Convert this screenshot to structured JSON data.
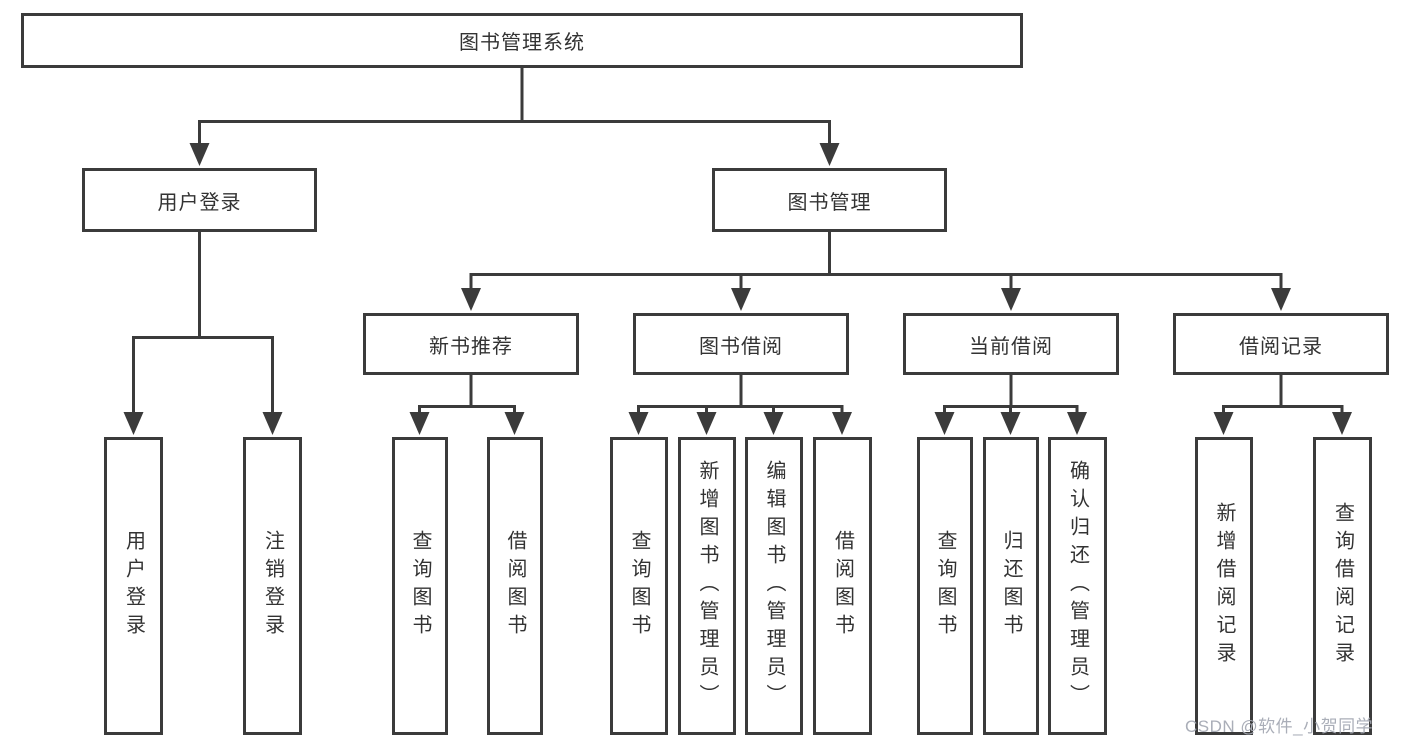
{
  "tree": {
    "label": "图书管理系统",
    "children": [
      {
        "label": "用户登录",
        "children": [
          {
            "label": "用户登录"
          },
          {
            "label": "注销登录"
          }
        ]
      },
      {
        "label": "图书管理",
        "children": [
          {
            "label": "新书推荐",
            "children": [
              {
                "label": "查询图书"
              },
              {
                "label": "借阅图书"
              }
            ]
          },
          {
            "label": "图书借阅",
            "children": [
              {
                "label": "查询图书"
              },
              {
                "label": "新增图书（管理员）"
              },
              {
                "label": "编辑图书（管理员）"
              },
              {
                "label": "借阅图书"
              }
            ]
          },
          {
            "label": "当前借阅",
            "children": [
              {
                "label": "查询图书"
              },
              {
                "label": "归还图书"
              },
              {
                "label": "确认归还（管理员）"
              }
            ]
          },
          {
            "label": "借阅记录",
            "children": [
              {
                "label": "新增借阅记录"
              },
              {
                "label": "查询借阅记录"
              }
            ]
          }
        ]
      }
    ]
  },
  "watermark": {
    "text": "CSDN @软件_小贺同学"
  },
  "colors": {
    "line": "#3b3b3b",
    "box_border": "#3b3b3b",
    "text": "#333333",
    "watermark_text": "#a5aab4",
    "background": "#ffffff"
  }
}
